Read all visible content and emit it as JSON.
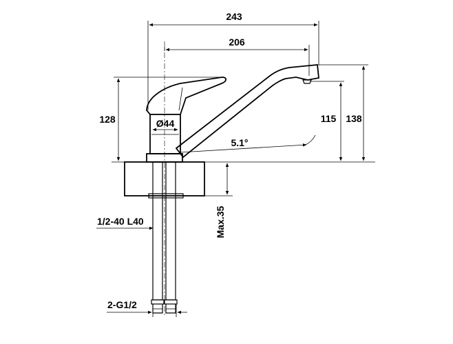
{
  "diagram": {
    "dimensions": {
      "overall_reach": "243",
      "spout_reach": "206",
      "lever_height": "128",
      "outlet_height": "115",
      "total_height": "138",
      "body_diameter": "Ø44",
      "spout_angle": "5.1°",
      "max_deck_thickness": "Max.35",
      "hose_spec": "1/2-40 L40",
      "connection_thread": "2-G1/2"
    }
  }
}
